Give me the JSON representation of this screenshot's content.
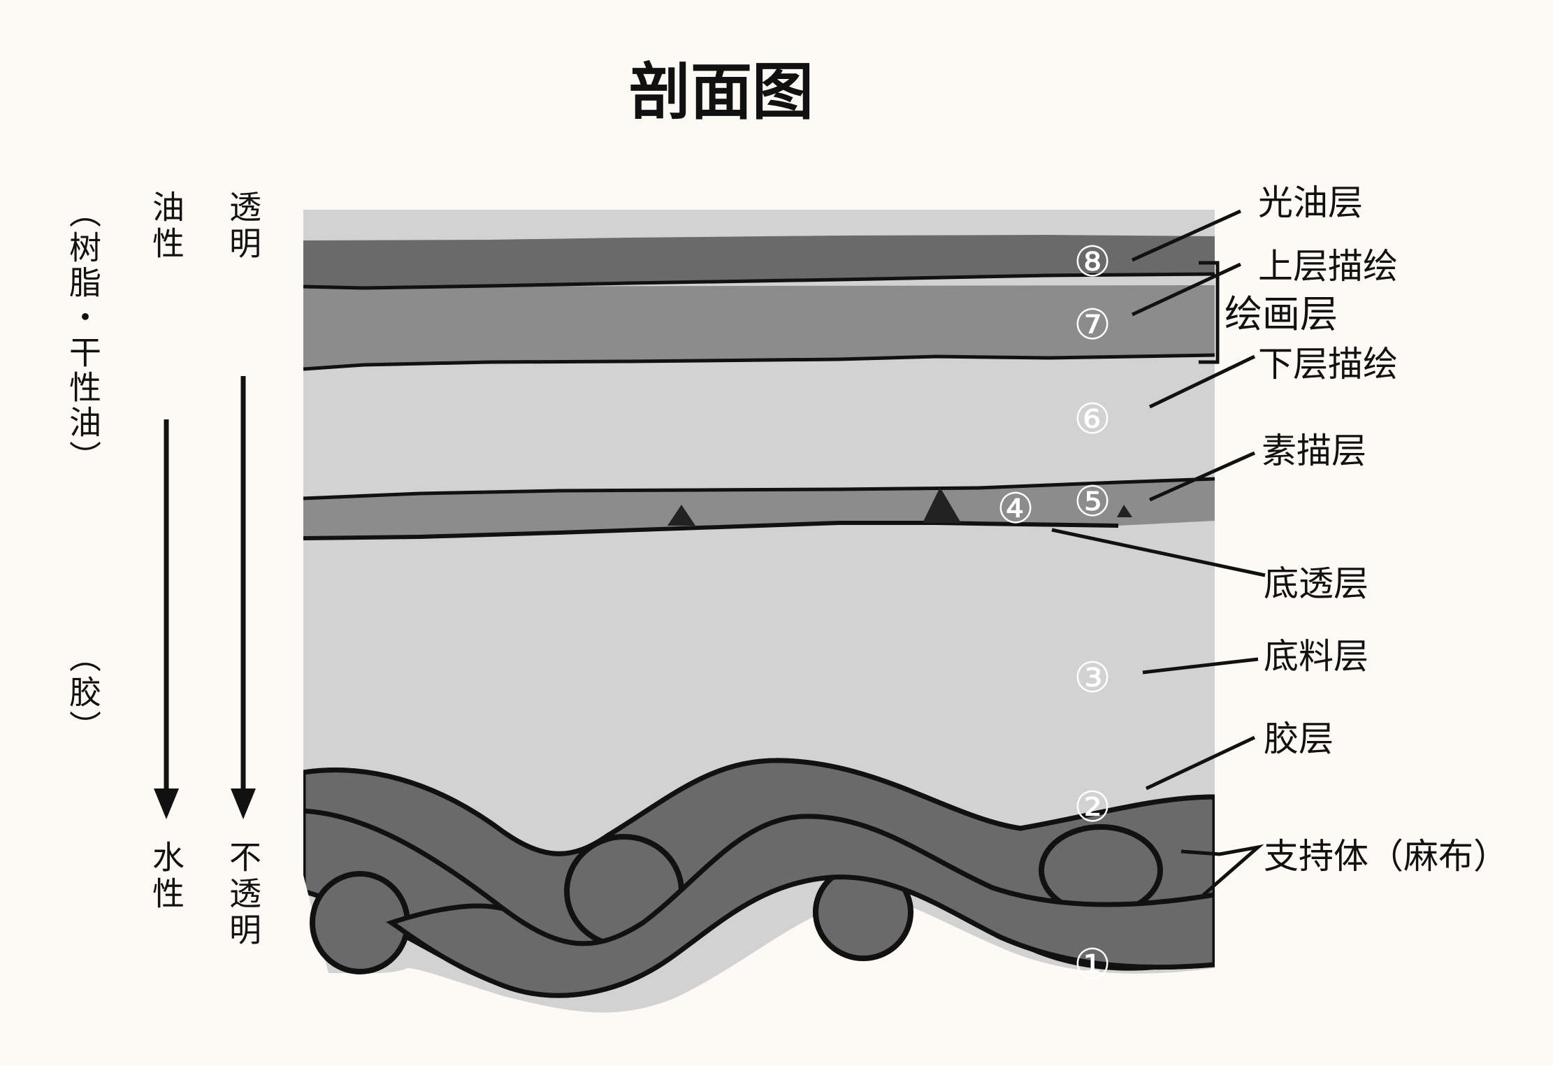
{
  "title": "剖面图",
  "left_axes": {
    "resin": {
      "top": "（树脂・干性油）",
      "bottom": "（胶）"
    },
    "oil": {
      "top": "油性",
      "bottom": "水性"
    },
    "transparency": {
      "top": "透明",
      "bottom": "不透明"
    }
  },
  "layer_numbers": [
    "①",
    "②",
    "③",
    "④",
    "⑤",
    "⑥",
    "⑦",
    "⑧"
  ],
  "labels": {
    "varnish": "光油层",
    "upper_paint": "上层描绘",
    "painting_group": "绘画层",
    "lower_paint": "下层描绘",
    "sketch": "素描层",
    "ground_transparent": "底透层",
    "ground": "底料层",
    "glue": "胶层",
    "support": "支持体（麻布）"
  },
  "colors": {
    "background": "#fdfaf5",
    "light_gray": "#d2d2d2",
    "mid_gray": "#8c8c8c",
    "dark_gray": "#6a6a6a",
    "outline": "#111111"
  }
}
